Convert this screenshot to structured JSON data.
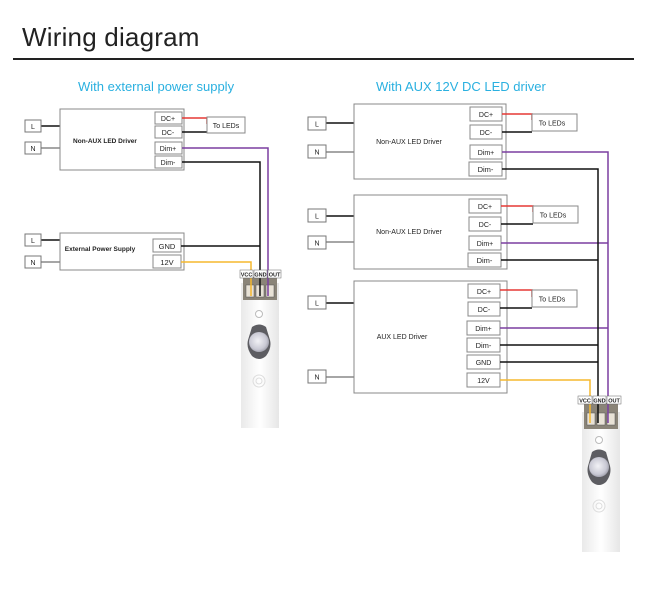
{
  "header": {
    "title": "Wiring diagram"
  },
  "colors": {
    "title_rule": "#222222",
    "subtitle": "#2ab0e0",
    "wire_dc_plus": "#e53935",
    "wire_black": "#111111",
    "wire_dim_plus": "#7b3fa0",
    "wire_12v": "#f5b82e",
    "wire_neutral": "#888888"
  },
  "left_section": {
    "subtitle": "With external power supply",
    "driver": {
      "label": "Non-AUX  LED  Driver",
      "inputs": [
        "L",
        "N"
      ],
      "terminals": [
        "DC+",
        "DC-",
        "Dim+",
        "Dim-"
      ],
      "output_label": "To LEDs"
    },
    "power_supply": {
      "label": "External Power Supply",
      "inputs": [
        "L",
        "N"
      ],
      "terminals": [
        "GND",
        "12V"
      ]
    },
    "sensor": {
      "pins": [
        "VCC",
        "GND",
        "OUT"
      ]
    }
  },
  "right_section": {
    "subtitle": "With AUX 12V DC  LED driver",
    "drivers": [
      {
        "label": "Non-AUX  LED Driver",
        "inputs": [
          "L",
          "N"
        ],
        "terminals": [
          "DC+",
          "DC-",
          "Dim+",
          "Dim-"
        ],
        "output_label": "To LEDs"
      },
      {
        "label": "Non-AUX  LED Driver",
        "inputs": [
          "L",
          "N"
        ],
        "terminals": [
          "DC+",
          "DC-",
          "Dim+",
          "Dim-"
        ],
        "output_label": "To LEDs"
      },
      {
        "label": "AUX  LED Driver",
        "inputs": [
          "L",
          "N"
        ],
        "terminals": [
          "DC+",
          "DC-",
          "Dim+",
          "Dim-",
          "GND",
          "12V"
        ],
        "output_label": "To LEDs"
      }
    ],
    "sensor": {
      "pins": [
        "VCC",
        "GND",
        "OUT"
      ]
    }
  }
}
